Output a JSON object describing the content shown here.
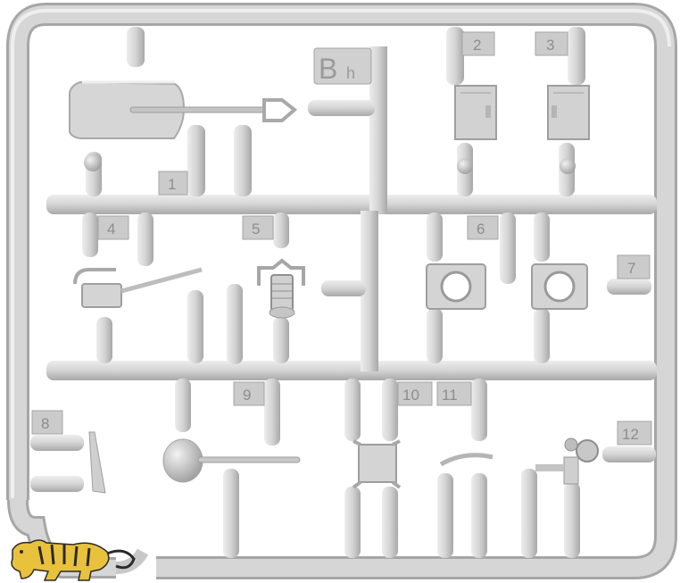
{
  "sprue": {
    "id_letter": "B",
    "id_suffix": "h",
    "part_numbers": [
      "1",
      "2",
      "3",
      "4",
      "5",
      "6",
      "7",
      "8",
      "9",
      "10",
      "11",
      "12"
    ]
  },
  "colors": {
    "plastic": "#d3d3d3",
    "plastic_shadow": "#a9a9a9",
    "plastic_highlight": "#ececec",
    "background": "#ffffff",
    "logo_yellow": "#e8c23c",
    "logo_black": "#2a2a2a"
  },
  "logo": {
    "type": "tiger-icon"
  }
}
